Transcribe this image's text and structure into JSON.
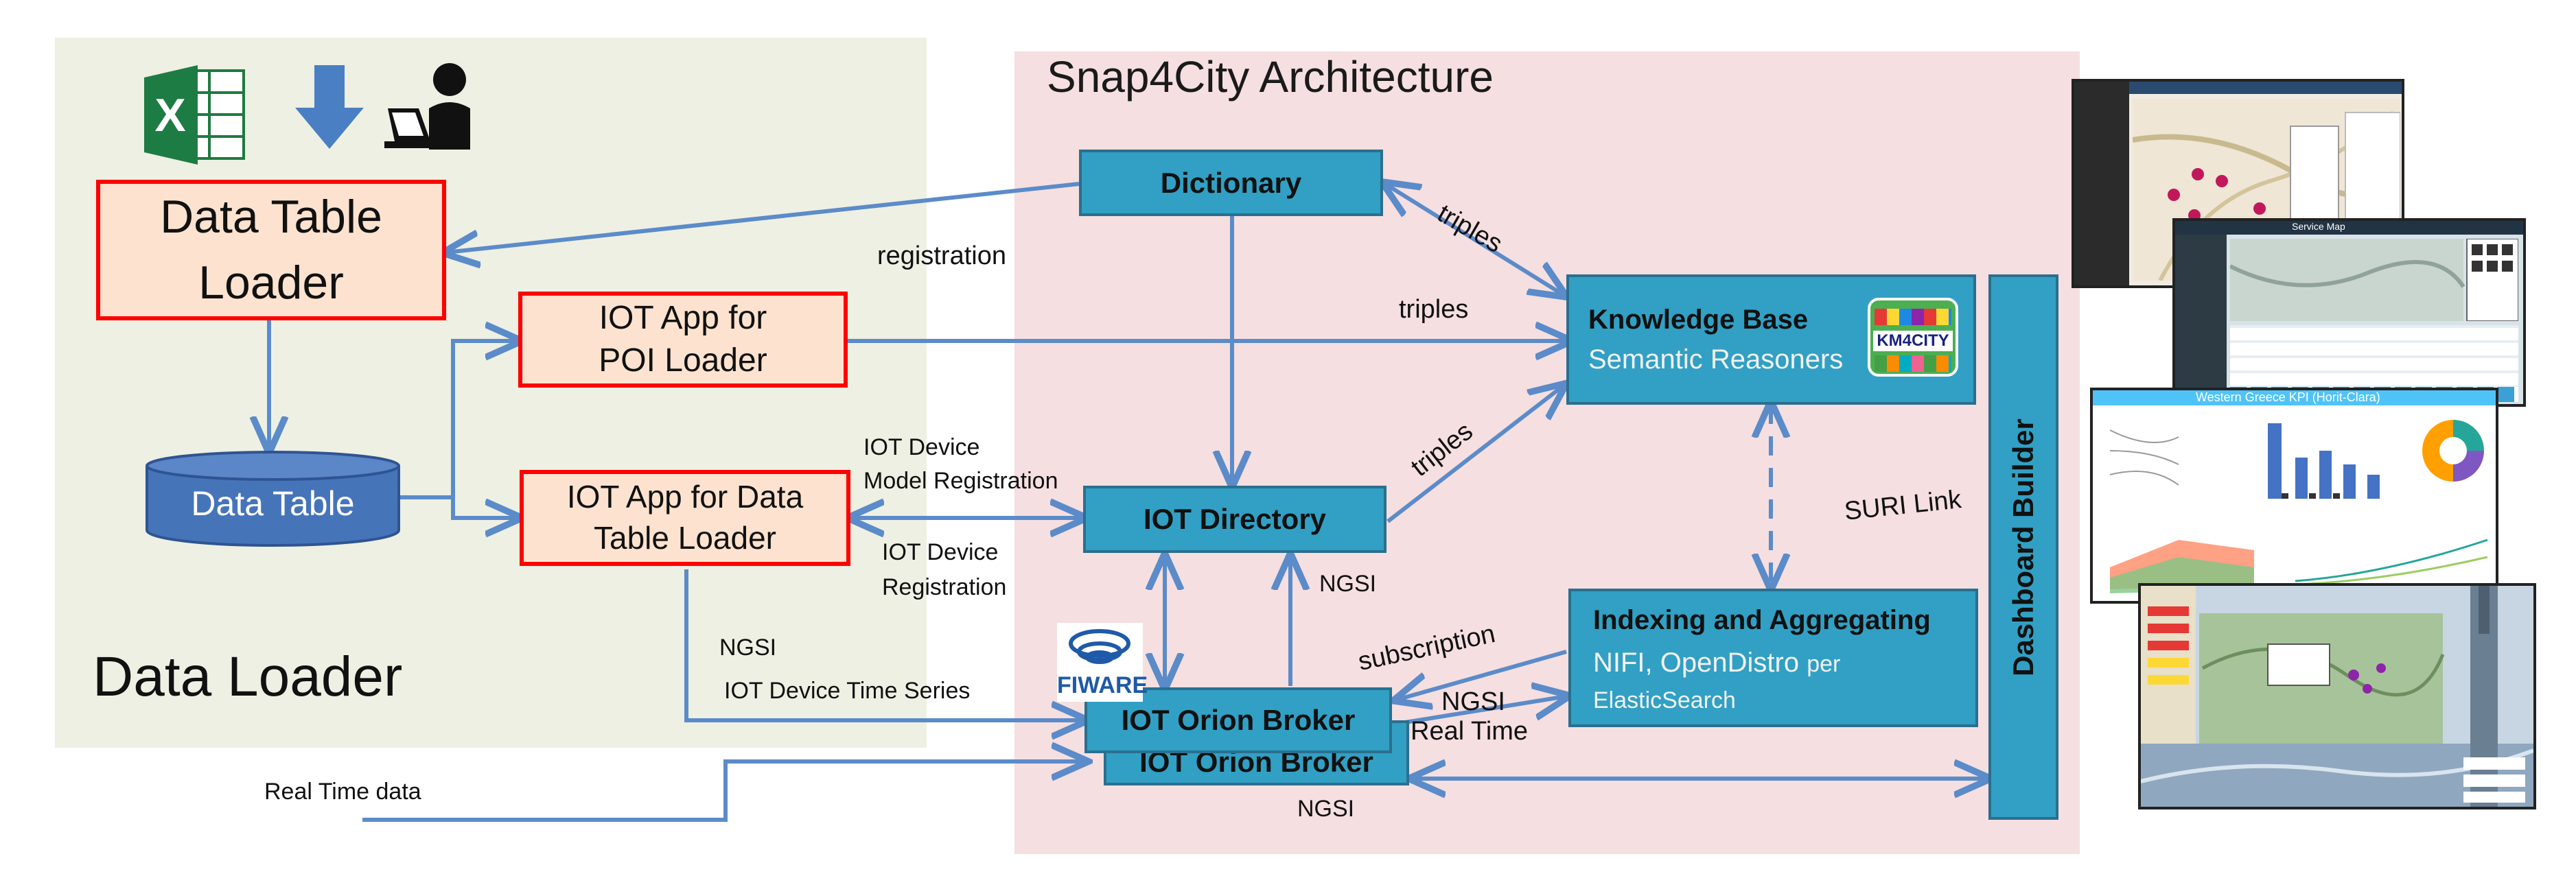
{
  "architecture_title": "Snap4City Architecture",
  "loader_title": "Data Loader",
  "nodes": {
    "data_table_loader": {
      "line1": "Data Table",
      "line2": "Loader"
    },
    "poi_loader": {
      "line1": "IOT App for",
      "line2": "POI Loader"
    },
    "data_table": "Data Table",
    "data_table_app": {
      "line1": "IOT App for Data",
      "line2": "Table Loader"
    },
    "dictionary": "Dictionary",
    "iot_directory": "IOT Directory",
    "orion_broker": "IOT Orion Broker",
    "orion_broker_shadow": "IOT Orion Broker",
    "knowledge_base": {
      "title": "Knowledge Base",
      "subtitle": "Semantic Reasoners",
      "badge": "KM4CITY"
    },
    "indexing": {
      "title": "Indexing and Aggregating",
      "line2a": "NIFI, OpenDistro",
      "line2b": "per",
      "line3": "ElasticSearch"
    },
    "dashboard_builder": "Dashboard Builder"
  },
  "edge_labels": {
    "registration": "registration",
    "triples_top": "triples",
    "triples_mid": "triples",
    "triples_diag": "triples",
    "iot_device_model_registration": {
      "line1": "IOT Device",
      "line2": "Model Registration"
    },
    "iot_device_registration": {
      "line1": "IOT Device",
      "line2": "Registration"
    },
    "ngsi_directory": "NGSI",
    "ngsi_loader": "NGSI",
    "iot_device_time_series": "IOT Device Time  Series",
    "subscription": "subscription",
    "ngsi_realtime": "NGSI",
    "real_time": "Real Time",
    "ngsi_bottom": "NGSI",
    "suri_link": "SURI Link",
    "real_time_data": "Real Time data"
  },
  "logos": {
    "fiware": "FIWARE",
    "excel": "X"
  },
  "colors": {
    "node_blue": "#31a0c4",
    "node_orange_fill": "#fde3cf",
    "node_orange_border": "#ff0000",
    "arrow": "#5b8bc9",
    "loader_panel": "#edf0e3",
    "architecture_panel": "#f5dfe0"
  },
  "icons": [
    "excel-icon",
    "download-arrow-icon",
    "user-laptop-icon",
    "fiware-logo",
    "km4city-badge"
  ],
  "screenshots": {
    "s2": {
      "title": "Service Map"
    },
    "s3": {
      "title": "Western Greece KPI (Horit-Clara)"
    }
  }
}
